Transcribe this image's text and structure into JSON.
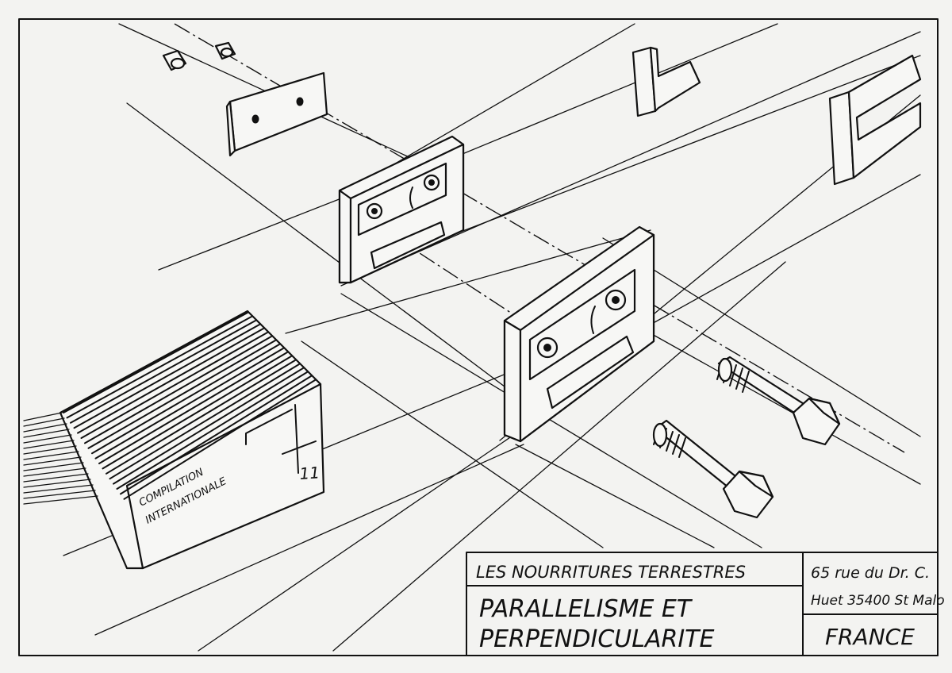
{
  "title_block": {
    "series": "LES NOURRITURES TERRESTRES",
    "title_line1": "PARALLELISME  ET",
    "title_line2": "PERPENDICULARITE",
    "address_line1": "65 rue du Dr. C.",
    "address_line2": "Huet 35400 St Malo",
    "country": "FRANCE"
  },
  "record_box": {
    "label_line1": "COMPILATION",
    "label_line2": "INTERNATIONALE",
    "number": "11"
  },
  "colors": {
    "ink": "#111111",
    "paper": "#f3f3f1"
  }
}
